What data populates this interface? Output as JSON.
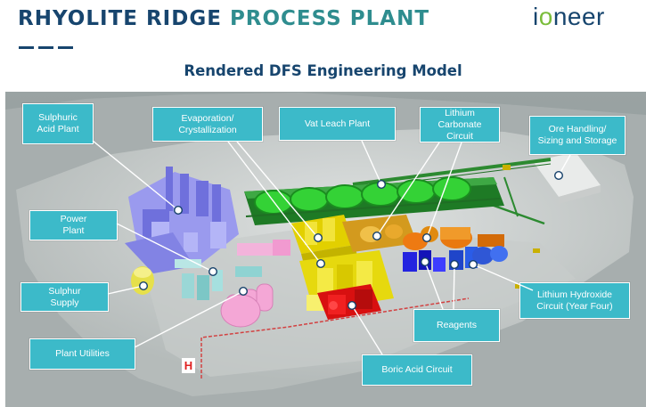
{
  "header": {
    "title_part1": "RHYOLITE RIDGE",
    "title_part2": "PROCESS PLANT",
    "logo_prefix": "i",
    "logo_o": "o",
    "logo_suffix": "neer",
    "subtitle": "Rendered DFS Engineering Model"
  },
  "colors": {
    "navy": "#17456e",
    "teal": "#2f8d8f",
    "label_fill": "#3cbac9",
    "logo_green": "#7bbd3b"
  },
  "labels": {
    "sulphuric_acid_plant": "Sulphuric\nAcid Plant",
    "evaporation_crystallization": "Evaporation/\nCrystallization",
    "vat_leach_plant": "Vat Leach Plant",
    "lithium_carbonate_circuit": "Lithium Carbonate\nCircuit",
    "ore_handling": "Ore Handling/\nSizing and Storage",
    "power_plant": "Power\nPlant",
    "sulphur_supply": "Sulphur\nSupply",
    "lithium_hydroxide_circuit": "Lithium Hydroxide\nCircuit (Year Four)",
    "reagents": "Reagents",
    "plant_utilities": "Plant Utilities",
    "boric_acid_circuit": "Boric Acid Circuit"
  },
  "helipad_letter": "H"
}
